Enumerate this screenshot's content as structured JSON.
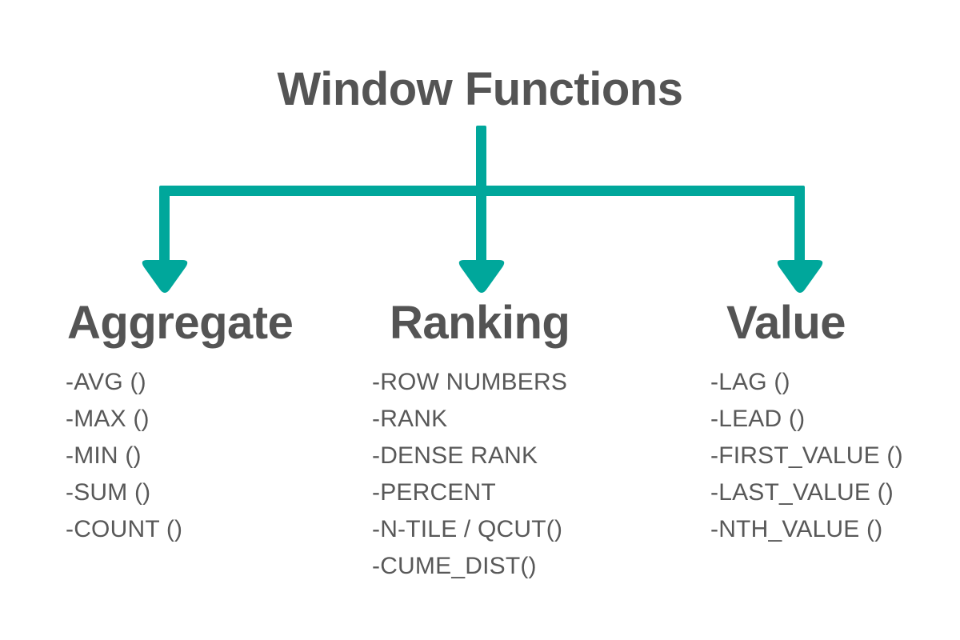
{
  "diagram": {
    "title": "Window Functions",
    "accent_color": "#00a79b",
    "heading_color": "#545454",
    "item_color": "#585858",
    "background_color": "#ffffff",
    "branches": [
      {
        "heading": "Aggregate",
        "items": [
          "-AVG ()",
          "-MAX ()",
          "-MIN ()",
          "-SUM ()",
          "-COUNT ()"
        ]
      },
      {
        "heading": "Ranking",
        "items": [
          "-ROW NUMBERS",
          "-RANK",
          "-DENSE RANK",
          "-PERCENT",
          "-N-TILE / QCUT()",
          "-CUME_DIST()"
        ]
      },
      {
        "heading": "Value",
        "items": [
          "-LAG ()",
          "-LEAD ()",
          "-FIRST_VALUE ()",
          "-LAST_VALUE ()",
          "-NTH_VALUE ()"
        ]
      }
    ]
  }
}
